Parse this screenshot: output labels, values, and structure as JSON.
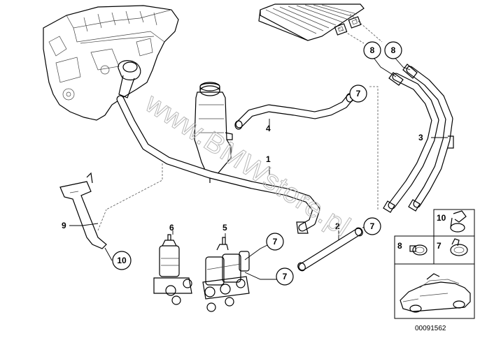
{
  "diagram": {
    "watermark": "www.BMWstore.pl",
    "catalog_number": "00091562",
    "part_labels": [
      {
        "id": "1",
        "text": "1"
      },
      {
        "id": "2",
        "text": "2"
      },
      {
        "id": "3",
        "text": "3"
      },
      {
        "id": "4",
        "text": "4"
      },
      {
        "id": "5",
        "text": "5"
      },
      {
        "id": "6",
        "text": "6"
      },
      {
        "id": "9",
        "text": "9"
      }
    ],
    "callouts": [
      {
        "id": "c8a",
        "text": "8"
      },
      {
        "id": "c8b",
        "text": "8"
      },
      {
        "id": "c7a",
        "text": "7"
      },
      {
        "id": "c7b",
        "text": "7"
      },
      {
        "id": "c7c",
        "text": "7"
      },
      {
        "id": "c7d",
        "text": "7"
      },
      {
        "id": "c10",
        "text": "10"
      }
    ],
    "legend": {
      "item10": "10",
      "item8": "8",
      "item7": "7"
    }
  }
}
